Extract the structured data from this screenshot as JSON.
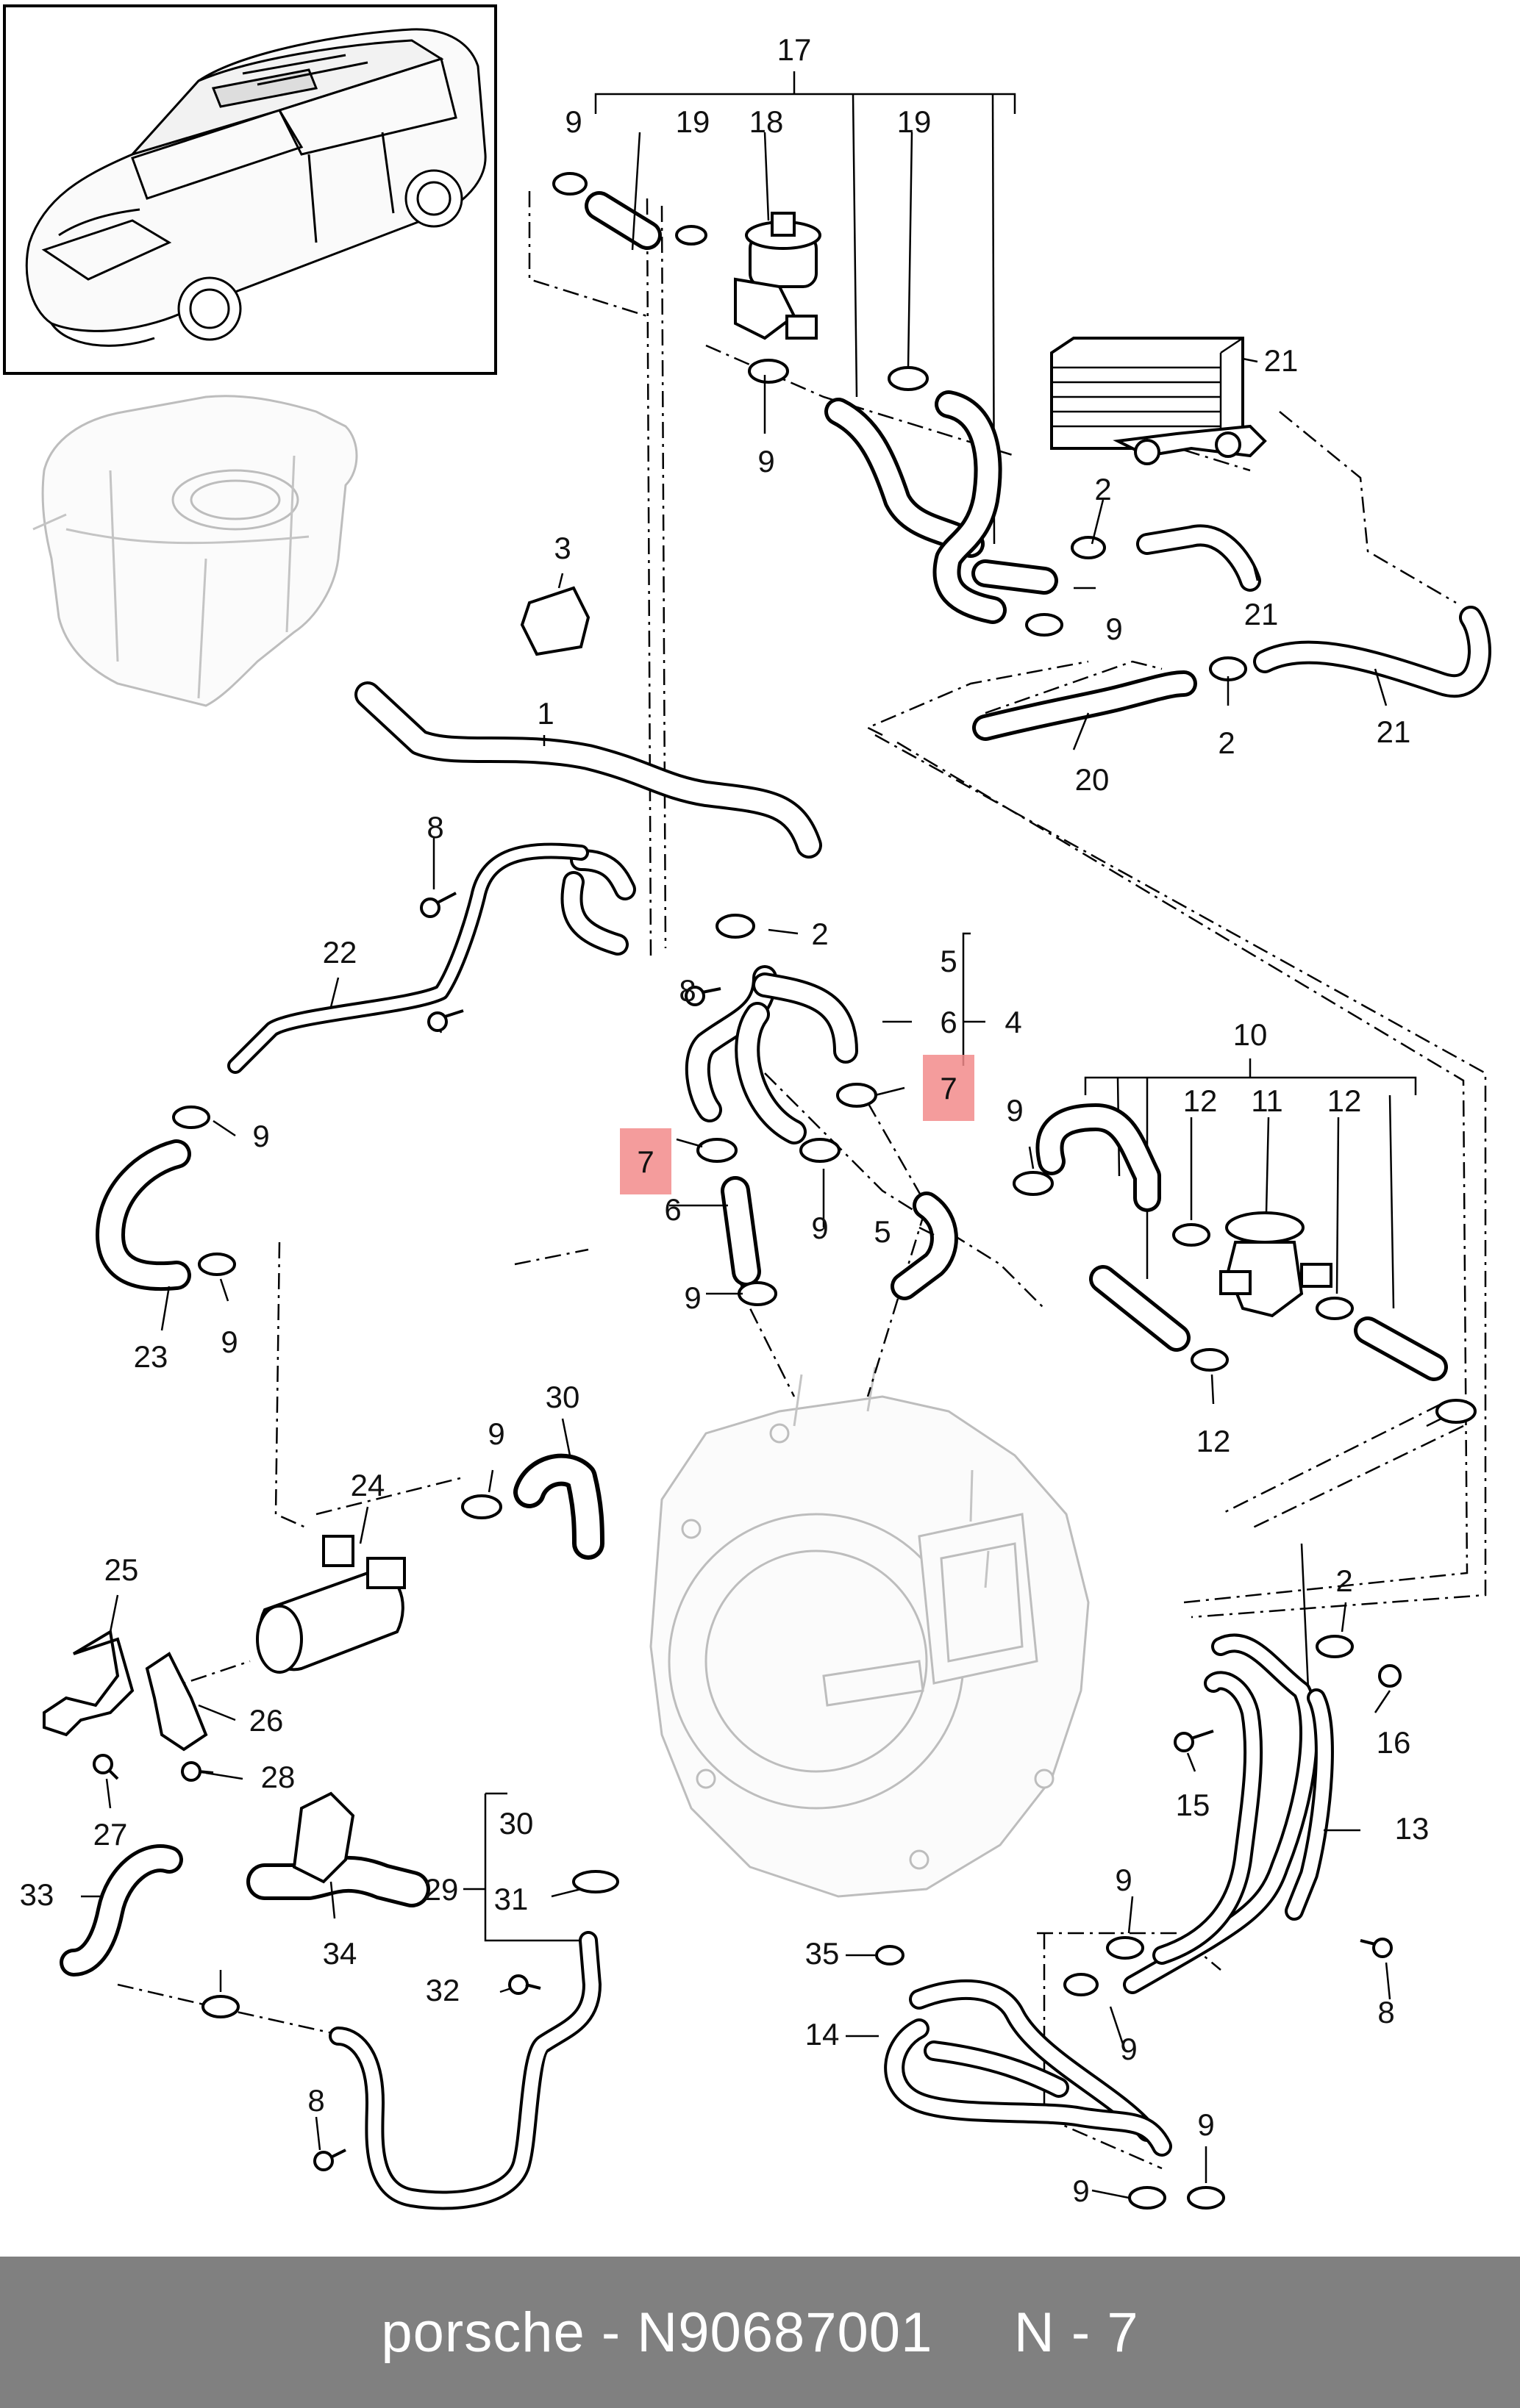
{
  "footer": {
    "text": "porsche - N90687001     N - 7"
  },
  "highlight_color": "#f28b8b",
  "callouts": [
    "17",
    "9",
    "19",
    "18",
    "19",
    "21",
    "9",
    "2",
    "9",
    "21",
    "3",
    "2",
    "21",
    "1",
    "20",
    "8",
    "2",
    "22",
    "5",
    "8",
    "6",
    "4",
    "7",
    "10",
    "9",
    "7",
    "11",
    "12",
    "12",
    "6",
    "9",
    "5",
    "9",
    "23",
    "9",
    "12",
    "9",
    "30",
    "9",
    "24",
    "2",
    "25",
    "26",
    "16",
    "15",
    "28",
    "27",
    "13",
    "30",
    "33",
    "34",
    "29",
    "31",
    "9",
    "35",
    "32",
    "8",
    "14",
    "9",
    "8",
    "9",
    "9"
  ]
}
